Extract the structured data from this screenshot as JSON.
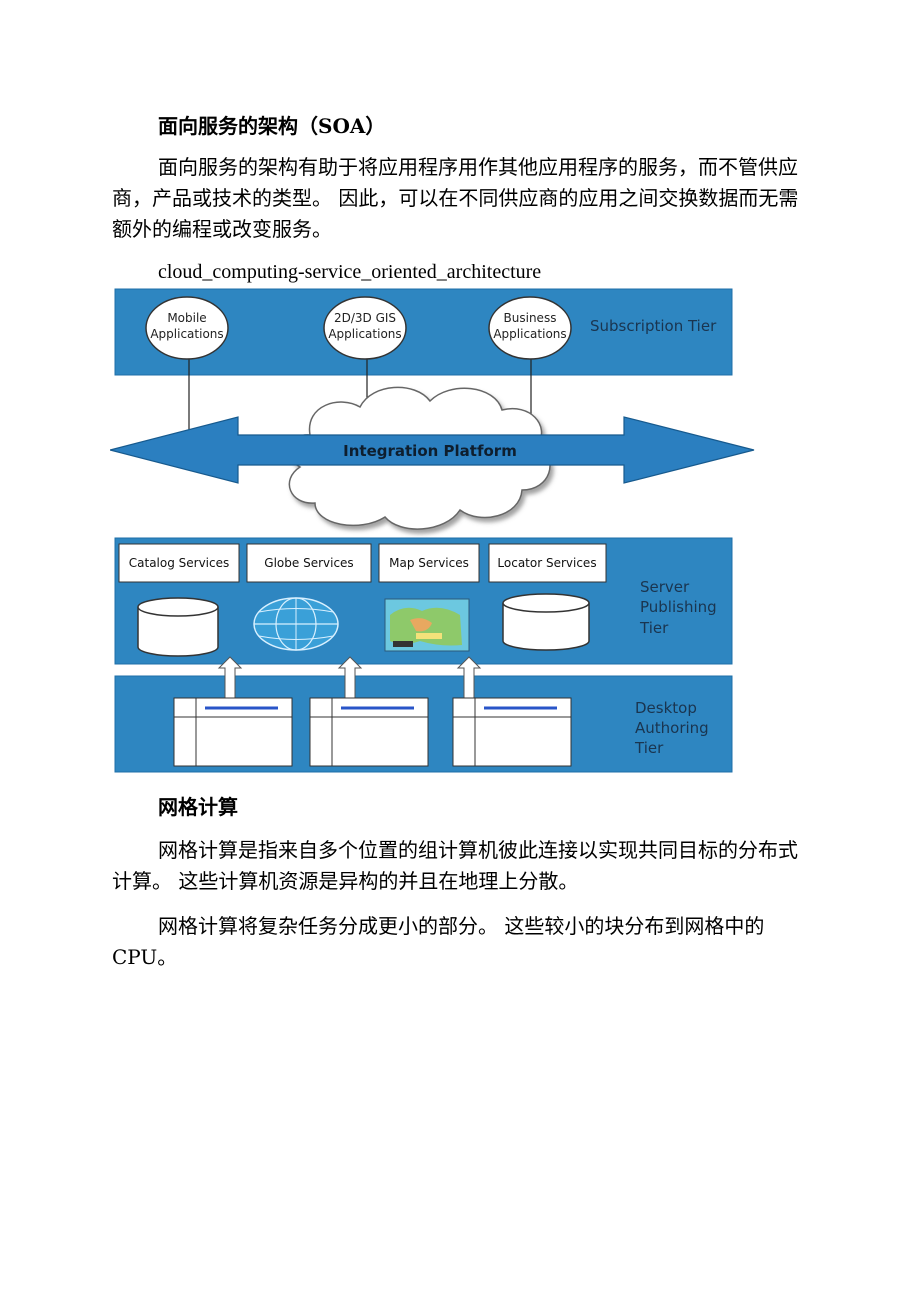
{
  "section1": {
    "heading": "面向服务的架构（SOA）",
    "paragraph": "面向服务的架构有助于将应用程序用作其他应用程序的服务，而不管供应商，产品或技术的类型。 因此，可以在不同供应商的应用之间交换数据而无需额外的编程或改变服务。"
  },
  "figure": {
    "caption": "cloud_computing-service_oriented_architecture",
    "subscription_tier": {
      "label": "Subscription Tier",
      "apps": [
        {
          "line1": "Mobile",
          "line2": "Applications"
        },
        {
          "line1": "2D/3D GIS",
          "line2": "Applications"
        },
        {
          "line1": "Business",
          "line2": "Applications"
        }
      ]
    },
    "integration_platform": "Integration Platform",
    "server_tier": {
      "label_lines": [
        "Server",
        "Publishing",
        "Tier"
      ],
      "services": [
        "Catalog Services",
        "Globe Services",
        "Map Services",
        "Locator Services"
      ]
    },
    "desktop_tier": {
      "label_lines": [
        "Desktop",
        "Authoring",
        "Tier"
      ]
    },
    "colors": {
      "tier_blue": "#2e86c1",
      "tier_border": "#1f6fa8",
      "arrow_blue": "#2b7fc0",
      "cloud_fill": "#ffffff"
    }
  },
  "section2": {
    "heading": "网格计算",
    "paragraph1": "网格计算是指来自多个位置的组计算机彼此连接以实现共同目标的分布式计算。 这些计算机资源是异构的并且在地理上分散。",
    "paragraph2": "网格计算将复杂任务分成更小的部分。 这些较小的块分布到网格中的CPU。"
  }
}
